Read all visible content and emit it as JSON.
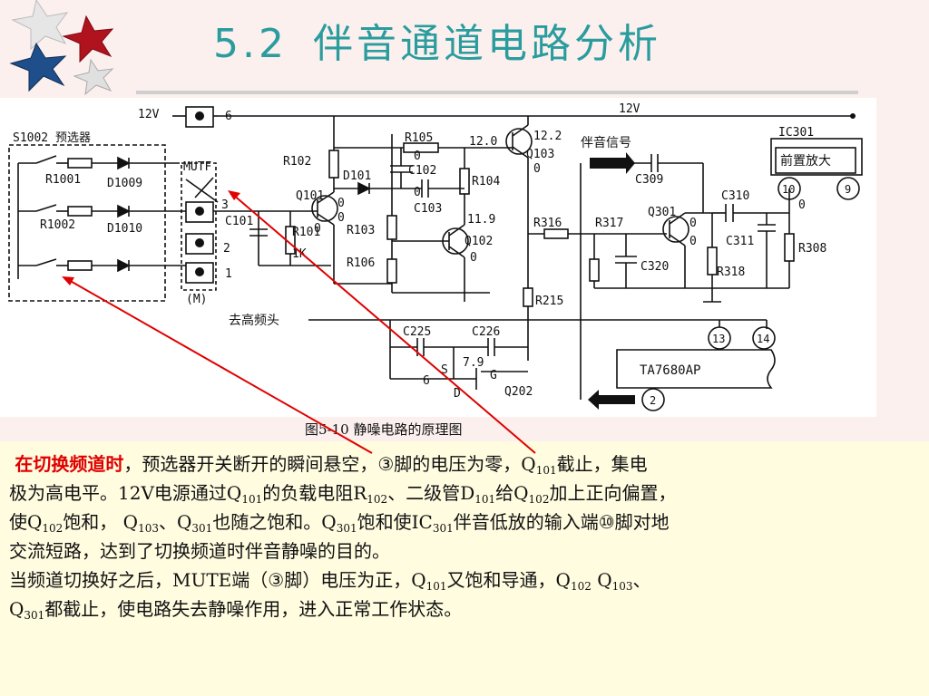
{
  "title": {
    "number": "5.2",
    "text": "伴音通道电路分析"
  },
  "schematic": {
    "labels": {
      "v12_left": "12V",
      "pin6": "6",
      "v12_right": "12V",
      "s1002": "S1002 预选器",
      "mutf": "MUTF",
      "m": "(M)",
      "pin3": "3",
      "pin2": "2",
      "pin1": "1",
      "r1001": "R1001",
      "d1009": "D1009",
      "r1002": "R1002",
      "d1010": "D1010",
      "r102": "R102",
      "r105": "R105",
      "c102": "C102",
      "d101": "D101",
      "q101": "Q101",
      "c103": "C103",
      "r104": "R104",
      "r103": "R103",
      "r101": "R101",
      "r1k": "1K",
      "c101": "C101",
      "r106": "R106",
      "q102": "Q102",
      "v11_9": "11.9",
      "v12_0": "12.0",
      "v12_2": "12.2",
      "q103": "Q103",
      "r215": "R215",
      "r316": "R316",
      "r317": "R317",
      "c320": "C320",
      "q301": "Q301",
      "c309": "C309",
      "c310": "C310",
      "c311": "C311",
      "r318": "R318",
      "r308": "R308",
      "ic301": "IC301",
      "preamp": "前置放大",
      "pin10": "10",
      "pin9": "9",
      "sound_signal": "伴音信号",
      "to_hf": "去高频头",
      "c225": "C225",
      "c226": "C226",
      "v7_9": "7.9",
      "s": "S",
      "g": "G",
      "d": "D",
      "q202": "Q202",
      "pin6b": "6",
      "ta7680ap": "TA7680AP",
      "pin13": "13",
      "pin14": "14",
      "pin2b": "2",
      "z1": "0",
      "z2": "0",
      "z3": "0",
      "z4": "0",
      "z5": "0",
      "z6": "0",
      "z7": "0",
      "z8": "0",
      "z9": "0",
      "z10": "0"
    }
  },
  "caption": "图5-10 静噪电路的原理图",
  "body": {
    "l1_red": "在切换频道时",
    "l1_a": "，预选器开关断开的瞬间悬空，③脚的电压为零，",
    "l1_q": "Q",
    "l1_sub": "101",
    "l1_b": "截止，集电",
    "l2_a": "极为高电平。",
    "l2_v": "12V",
    "l2_b": "电源通过",
    "l2_q": "Q",
    "l2_q_sub": "101",
    "l2_c": "的负载电阻",
    "l2_r": "R",
    "l2_r_sub": "102",
    "l2_d": "、二级管",
    "l2_dd": "D",
    "l2_dd_sub": "101",
    "l2_e": "给",
    "l2_q2": "Q",
    "l2_q2_sub": "102",
    "l2_f": "加上正向偏置，",
    "l3_a": "使",
    "l3_q": "Q",
    "l3_q_sub": "102",
    "l3_b": "饱和，",
    "l3_q2": "Q",
    "l3_q2_sub": "103",
    "l3_c": "、",
    "l3_q3": "Q",
    "l3_q3_sub": "301",
    "l3_d": "也随之饱和。",
    "l3_q4": "Q",
    "l3_q4_sub": "301",
    "l3_e": "饱和使",
    "l3_ic": "IC",
    "l3_ic_sub": "301",
    "l3_f": "伴音低放的输入端⑩脚对地",
    "l4": "交流短路，达到了切换频道时伴音静噪的目的。",
    "l5_a": "当频道切换好之后，",
    "l5_m": "MUTE",
    "l5_b": "端（③脚）电压为正，",
    "l5_q": "Q",
    "l5_q_sub": "101",
    "l5_c": "又饱和导通，",
    "l5_q2": "Q",
    "l5_q2_sub": "102",
    "l5_q3": "Q",
    "l5_q3_sub": "103",
    "l5_d": "、",
    "l6_q": "Q",
    "l6_q_sub": "301",
    "l6_a": "都截止，使电路失去静噪作用，进入正常工作状态。"
  }
}
